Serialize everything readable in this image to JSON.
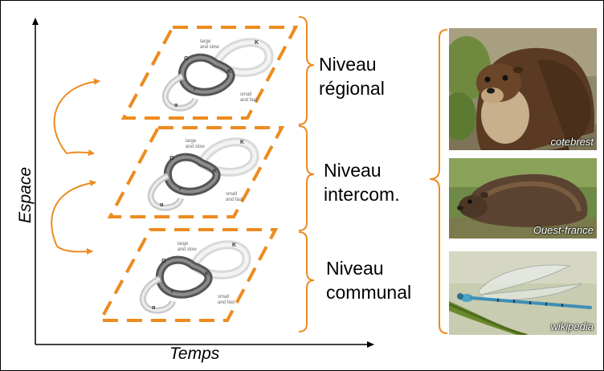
{
  "axes": {
    "x_label": "Temps",
    "y_label": "Espace"
  },
  "levels": [
    {
      "line1": "Niveau",
      "line2": "régional"
    },
    {
      "line1": "Niveau",
      "line2": "intercom."
    },
    {
      "line1": "Niveau",
      "line2": "communal"
    }
  ],
  "panarchy_labels": {
    "k": "K",
    "omega": "Ω",
    "r": "r",
    "alpha": "α",
    "large_slow": "large and slow",
    "small_fast": "small and fast"
  },
  "photos": [
    {
      "subject": "otter",
      "credit": "cotebrest"
    },
    {
      "subject": "water-vole",
      "credit": "Ouest-france"
    },
    {
      "subject": "damselfly",
      "credit": "wikipedia"
    }
  ],
  "colors": {
    "accent": "#ed8b1f",
    "axis": "#000000"
  }
}
